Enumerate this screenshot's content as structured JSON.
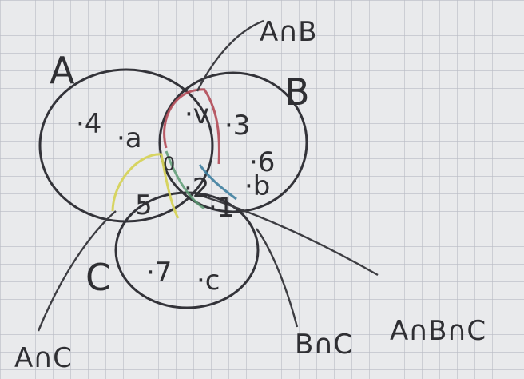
{
  "sets": {
    "A": "A",
    "B": "B",
    "C": "C"
  },
  "elements": {
    "a_only_1": "·4",
    "a_only_2": "·a",
    "b_only_1": "·3",
    "b_only_2": "·6",
    "b_only_3": "·b",
    "c_only_1": "·7",
    "c_only_2": "·c",
    "ab_only": "·v",
    "ac_only": "5",
    "bc_only": "·1",
    "abc_1": "0",
    "abc_2": "·2"
  },
  "intersections": {
    "a_and_b": "A∩B",
    "a_and_c": "A∩C",
    "b_and_c": "B∩C",
    "a_and_b_and_c": "A∩B∩C"
  },
  "colors": {
    "paper": "#e9eaec",
    "grid": "#b8bbc4",
    "ink": "#2f2f33",
    "red_highlight": "#b34a56",
    "yellow_highlight": "#d6d35a",
    "blue_highlight": "#3f7fa0",
    "green_highlight": "#5d9b74"
  }
}
